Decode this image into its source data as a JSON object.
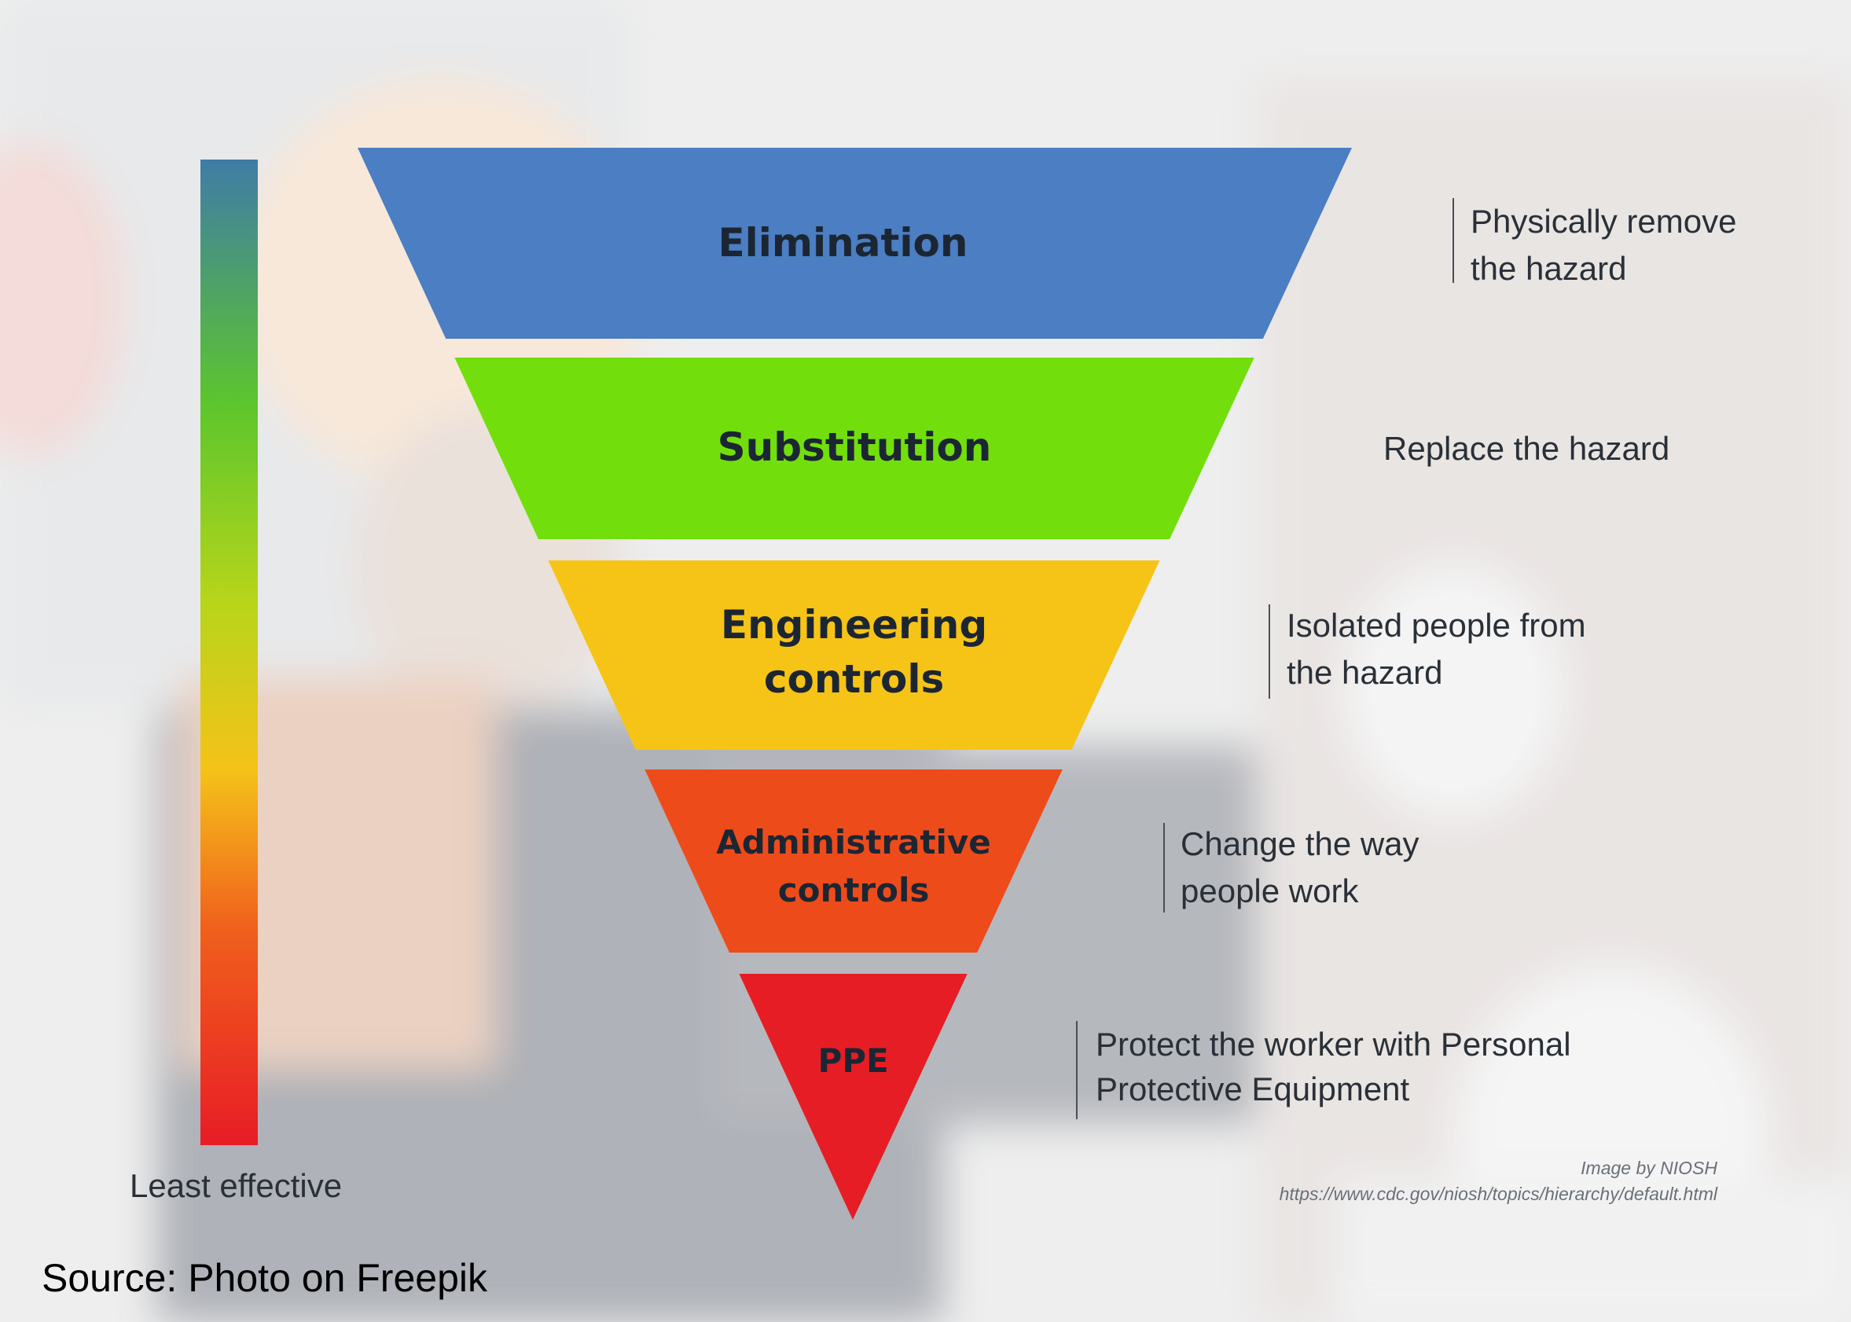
{
  "bands": [
    {
      "lines": [
        "Elimination"
      ],
      "color": "#4b7ec2"
    },
    {
      "lines": [
        "Substitution"
      ],
      "color": "#72df0c"
    },
    {
      "lines": [
        "Engineering",
        "controls"
      ],
      "color": "#f6c417"
    },
    {
      "lines": [
        "Administrative",
        "controls"
      ],
      "color": "#ee4b1b"
    },
    {
      "lines": [
        "PPE"
      ],
      "color": "#e61d25"
    }
  ],
  "descriptions": [
    {
      "lines": [
        "Physically remove",
        "the hazard"
      ]
    },
    {
      "lines": [
        "Replace the hazard"
      ]
    },
    {
      "lines": [
        "Isolated people from",
        "the hazard"
      ]
    },
    {
      "lines": [
        "Change the way",
        "people work"
      ]
    },
    {
      "lines": [
        "Protect the worker with Personal",
        "Protective Equipment"
      ]
    }
  ],
  "scale": {
    "bottom_label": "Least effective"
  },
  "credit": {
    "line1": "Image by NIOSH",
    "line2": "https://www.cdc.gov/niosh/topics/hierarchy/default.html"
  },
  "source": "Source: Photo on Freepik"
}
